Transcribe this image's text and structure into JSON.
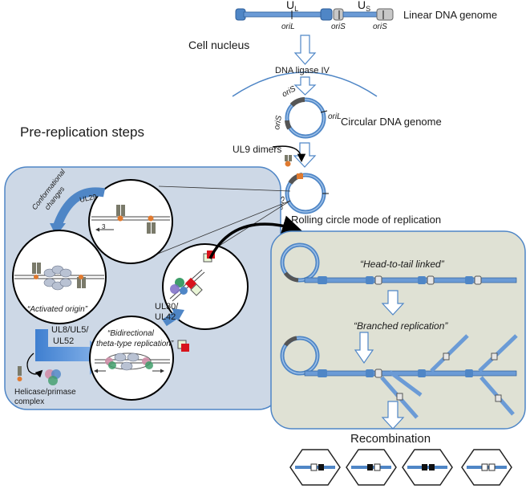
{
  "genome": {
    "ul_main": "U",
    "ul_sub": "L",
    "us_main": "U",
    "us_sub": "S",
    "linear_label": "Linear DNA genome",
    "oril": "oriL",
    "oris": "oriS"
  },
  "nucleus": {
    "label": "Cell nucleus",
    "ligase": "DNA ligase IV"
  },
  "circular": {
    "label": "Circular DNA genome",
    "oris": "oriS",
    "oril": "oriL"
  },
  "ul9": {
    "label": "UL9 dimers",
    "oris": "oriS"
  },
  "pre_replication": {
    "title": "Pre-replication steps",
    "conf_line1": "Conformational",
    "conf_line2": "changes",
    "ul29": "UL29",
    "three": "3",
    "activated_origin": "“Activated origin”",
    "ul30_line1": "UL30/",
    "ul30_line2": "UL42",
    "ul8_line1": "UL8/UL5/",
    "ul8_line2": "UL52",
    "bidir_line1": "“Bidirectional",
    "bidir_line2": "theta-type replication”",
    "helicase_line1": "Helicase/primase",
    "helicase_line2": "complex"
  },
  "rolling": {
    "title": "Rolling circle mode of replication",
    "head_to_tail": "“Head-to-tail linked”",
    "branched": "“Branched replication”"
  },
  "recombination": {
    "label": "Recombination"
  },
  "colors": {
    "dna_blue": "#4f86c6",
    "dna_light": "#9dc0e8",
    "pre_panel": "#cdd8e6",
    "rolling_panel": "#dfe1d4",
    "ul9_orange": "#e07a2f",
    "red_protein": "#d8141c"
  }
}
